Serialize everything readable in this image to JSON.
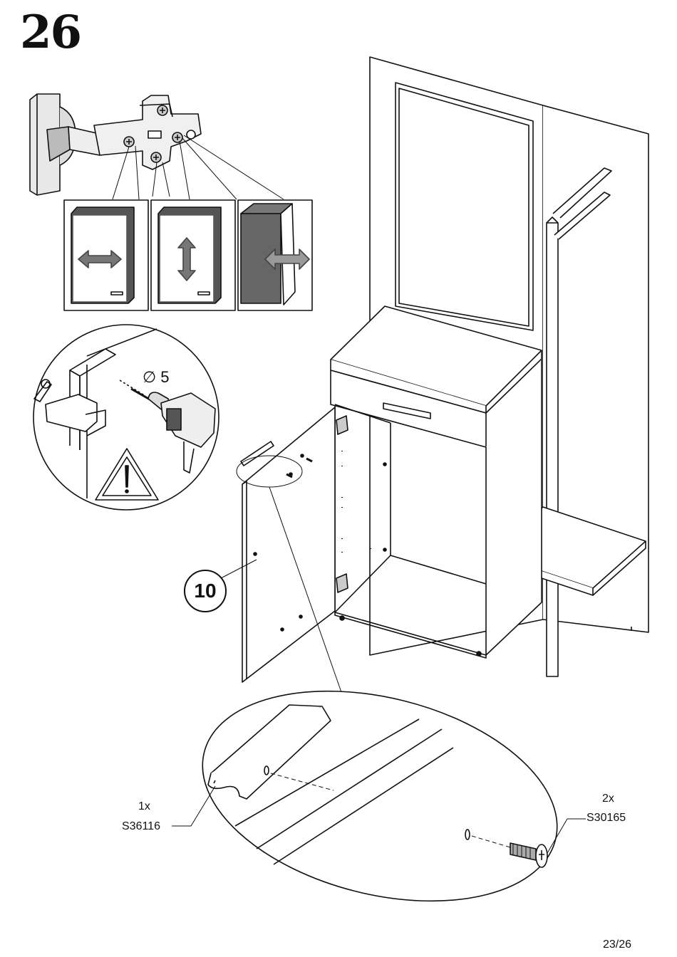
{
  "page": {
    "step_number": "26",
    "page_number": "23/26"
  },
  "callouts": {
    "part_number": "10",
    "drill_diameter": "∅ 5"
  },
  "hardware": {
    "handle": {
      "quantity": "1x",
      "code": "S36116"
    },
    "screw": {
      "quantity": "2x",
      "code": "S30165"
    }
  },
  "icons": {
    "hinge": "hinge-icon",
    "adjust_lateral": "arrow-left-right-icon",
    "adjust_vertical": "arrow-up-down-icon",
    "adjust_depth": "arrow-depth-icon",
    "drill": "drill-icon",
    "warning": "warning-triangle-icon"
  }
}
